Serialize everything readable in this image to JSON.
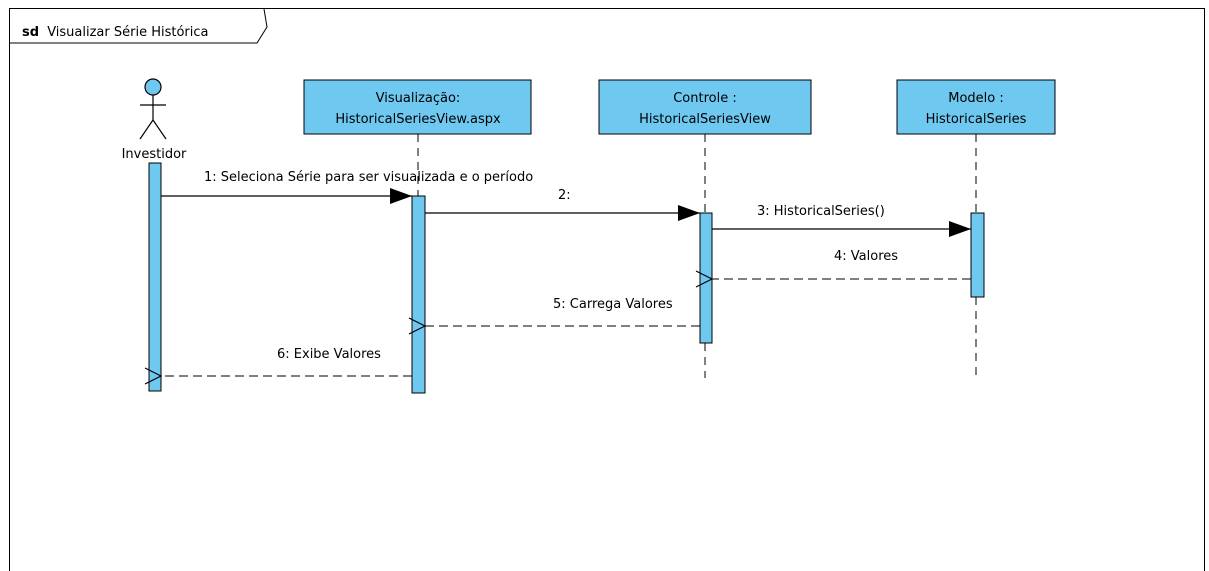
{
  "frame": {
    "keyword": "sd",
    "title": "Visualizar Série Histórica"
  },
  "actor": {
    "name": "Investidor"
  },
  "lifelines": [
    {
      "line1": "Visualização:",
      "line2": "HistoricalSeriesView.aspx"
    },
    {
      "line1": "Controle :",
      "line2": "HistoricalSeriesView"
    },
    {
      "line1": "Modelo :",
      "line2": "HistoricalSeries"
    }
  ],
  "messages": [
    {
      "label": "1: Seleciona Série para ser visualizada e o período",
      "kind": "synchronous"
    },
    {
      "label": "2:",
      "kind": "synchronous"
    },
    {
      "label": "3: HistoricalSeries()",
      "kind": "synchronous"
    },
    {
      "label": "4: Valores",
      "kind": "return"
    },
    {
      "label": "5: Carrega Valores",
      "kind": "return"
    },
    {
      "label": "6: Exibe Valores",
      "kind": "return"
    }
  ],
  "colors": {
    "box_fill": "#6ec8f0",
    "activation_fill": "#6ec8f0",
    "line": "#000000",
    "background": "#ffffff"
  }
}
